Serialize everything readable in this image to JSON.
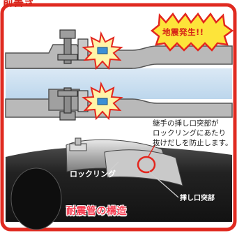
{
  "top_cut_text": "前書き",
  "burst_label": "地震発生!!",
  "explanation": [
    "継手の挿し口突部が",
    "ロックリングにあたり",
    "抜けだしを防止します。"
  ],
  "ring_label": "ロックリング",
  "spigot_label": "挿し口突部",
  "caption": "耐震管の構造",
  "colors": {
    "frame": "#e02a20",
    "burst": "#e3261d",
    "burst_fill": "#fde43a",
    "pipe_top": "#a9a9a9",
    "pipe_dark": "#1c1c1c",
    "caption": "#f4394d",
    "water": "#cfe3f2"
  }
}
